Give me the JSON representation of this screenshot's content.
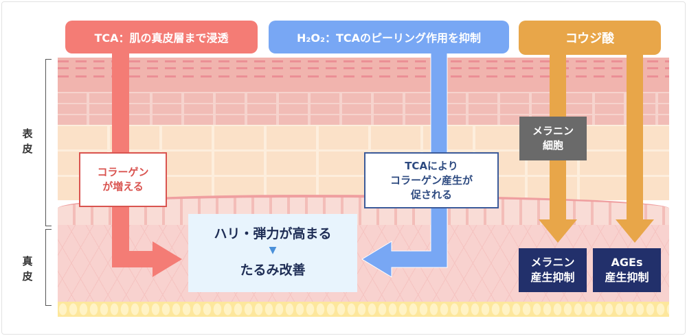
{
  "side_labels": {
    "epidermis": "表\n皮",
    "dermis": "真\n皮"
  },
  "headers": {
    "tca": "TCA：肌の真皮層まで浸透",
    "h2o2": "H₂O₂：TCAのピーリング作用を抑制",
    "kojic": "コウジ酸"
  },
  "notes": {
    "collagen_increase": "コラーゲン\nが増える",
    "tca_collagen": "TCAにより\nコラーゲン産生が\n促される",
    "melanocyte": "メラニン\n細胞"
  },
  "result": {
    "line1": "ハリ・弾力が高まる",
    "arrow": "▼",
    "line2": "たるみ改善"
  },
  "effects": {
    "melanin": "メラニン\n産生抑制",
    "ages": "AGEs\n産生抑制"
  },
  "colors": {
    "tca": "#f47c75",
    "h2o2": "#78a7f4",
    "kojic": "#e8a649",
    "navy": "#22306b",
    "gray": "#6a6a6a"
  }
}
